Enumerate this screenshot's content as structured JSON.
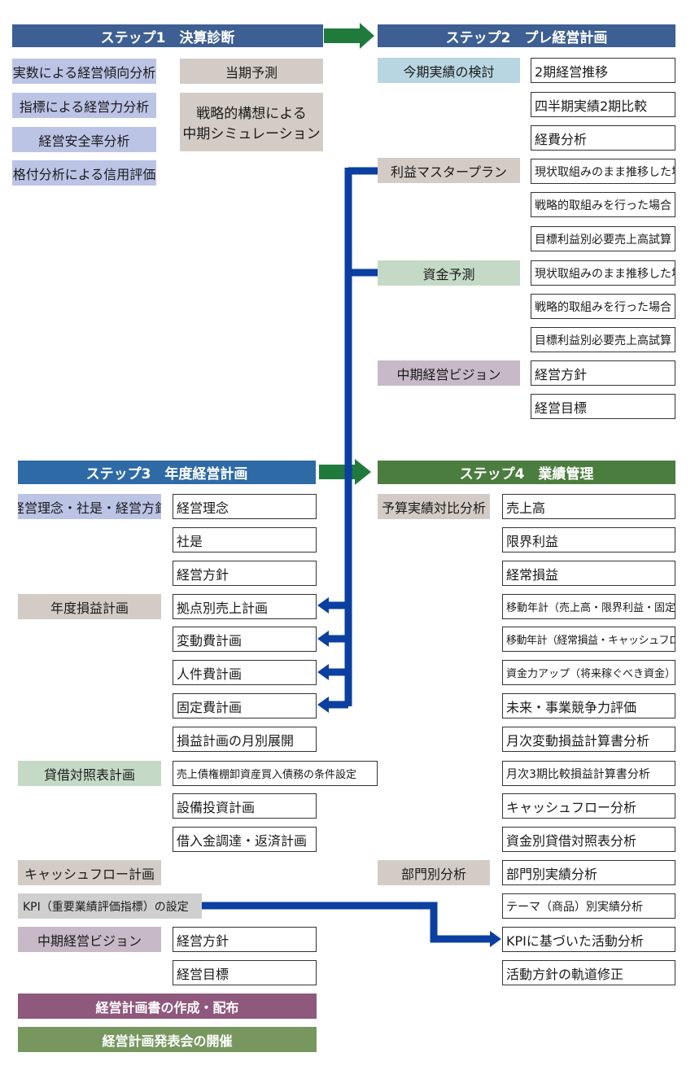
{
  "step1": {
    "header": "ステップ1　決算診断",
    "items": [
      "実数による経営傾向分析",
      "指標による経営力分析",
      "経営安全率分析",
      "格付分析による信用評価"
    ],
    "forecast": "当期予測",
    "simulation_line1": "戦略的構想による",
    "simulation_line2": "中期シミュレーション"
  },
  "step2": {
    "header": "ステップ2　プレ経営計画",
    "review": {
      "label": "今期実績の検討",
      "items": [
        "2期経営推移",
        "四半期実績2期比較",
        "経費分析"
      ]
    },
    "profit_master": {
      "label": "利益マスタープラン",
      "items": [
        "現状取組みのまま推移した場合",
        "戦略的取組みを行った場合",
        "目標利益別必要売上高試算"
      ]
    },
    "funds": {
      "label": "資金予測",
      "items": [
        "現状取組みのまま推移した場合",
        "戦略的取組みを行った場合",
        "目標利益別必要売上高試算"
      ]
    },
    "vision": {
      "label": "中期経営ビジョン",
      "items": [
        "経営方針",
        "経営目標"
      ]
    }
  },
  "step3": {
    "header": "ステップ3　年度経営計画",
    "philosophy": {
      "label": "経営理念・社是・経営方針",
      "items": [
        "経営理念",
        "社是",
        "経営方針"
      ]
    },
    "pl_plan": {
      "label": "年度損益計画",
      "items": [
        "拠点別売上計画",
        "変動費計画",
        "人件費計画",
        "固定費計画",
        "損益計画の月別展開"
      ]
    },
    "bs_plan": {
      "label": "貸借対照表計画",
      "items": [
        "売上債権棚卸資産買入債務の条件設定",
        "設備投資計画",
        "借入金調達・返済計画"
      ]
    },
    "cashflow_label": "キャッシュフロー計画",
    "kpi_label": "KPI（重要業績評価指標）の設定",
    "vision": {
      "label": "中期経営ビジョン",
      "items": [
        "経営方針",
        "経営目標"
      ]
    },
    "publish_bar": "経営計画書の作成・配布",
    "meeting_bar": "経営計画発表会の開催"
  },
  "step4": {
    "header": "ステップ4　業績管理",
    "budget": {
      "label": "予算実績対比分析",
      "items": [
        "売上高",
        "限界利益",
        "経常損益",
        "移動年計（売上高・限界利益・固定費）",
        "移動年計（経常損益・キャッシュフロー）",
        "資金力アップ（将来稼ぐべき資金）",
        "未来・事業競争力評価",
        "月次変動損益計算書分析",
        "月次3期比較損益計算書分析",
        "キャッシュフロー分析",
        "資金別貸借対照表分析"
      ]
    },
    "dept": {
      "label": "部門別分析",
      "items": [
        "部門別実績分析",
        "テーマ（商品）別実績分析",
        "KPIに基づいた活動分析",
        "活動方針の軌道修正"
      ]
    }
  },
  "colors": {
    "step_header_blue": "#3d5f93",
    "step4_header_green": "#4b7d3f",
    "connector_blue": "#0b3fa0",
    "step_arrow_green": "#1f7a3c",
    "publish_bar": "#8f587d",
    "meeting_bar": "#77975f"
  }
}
